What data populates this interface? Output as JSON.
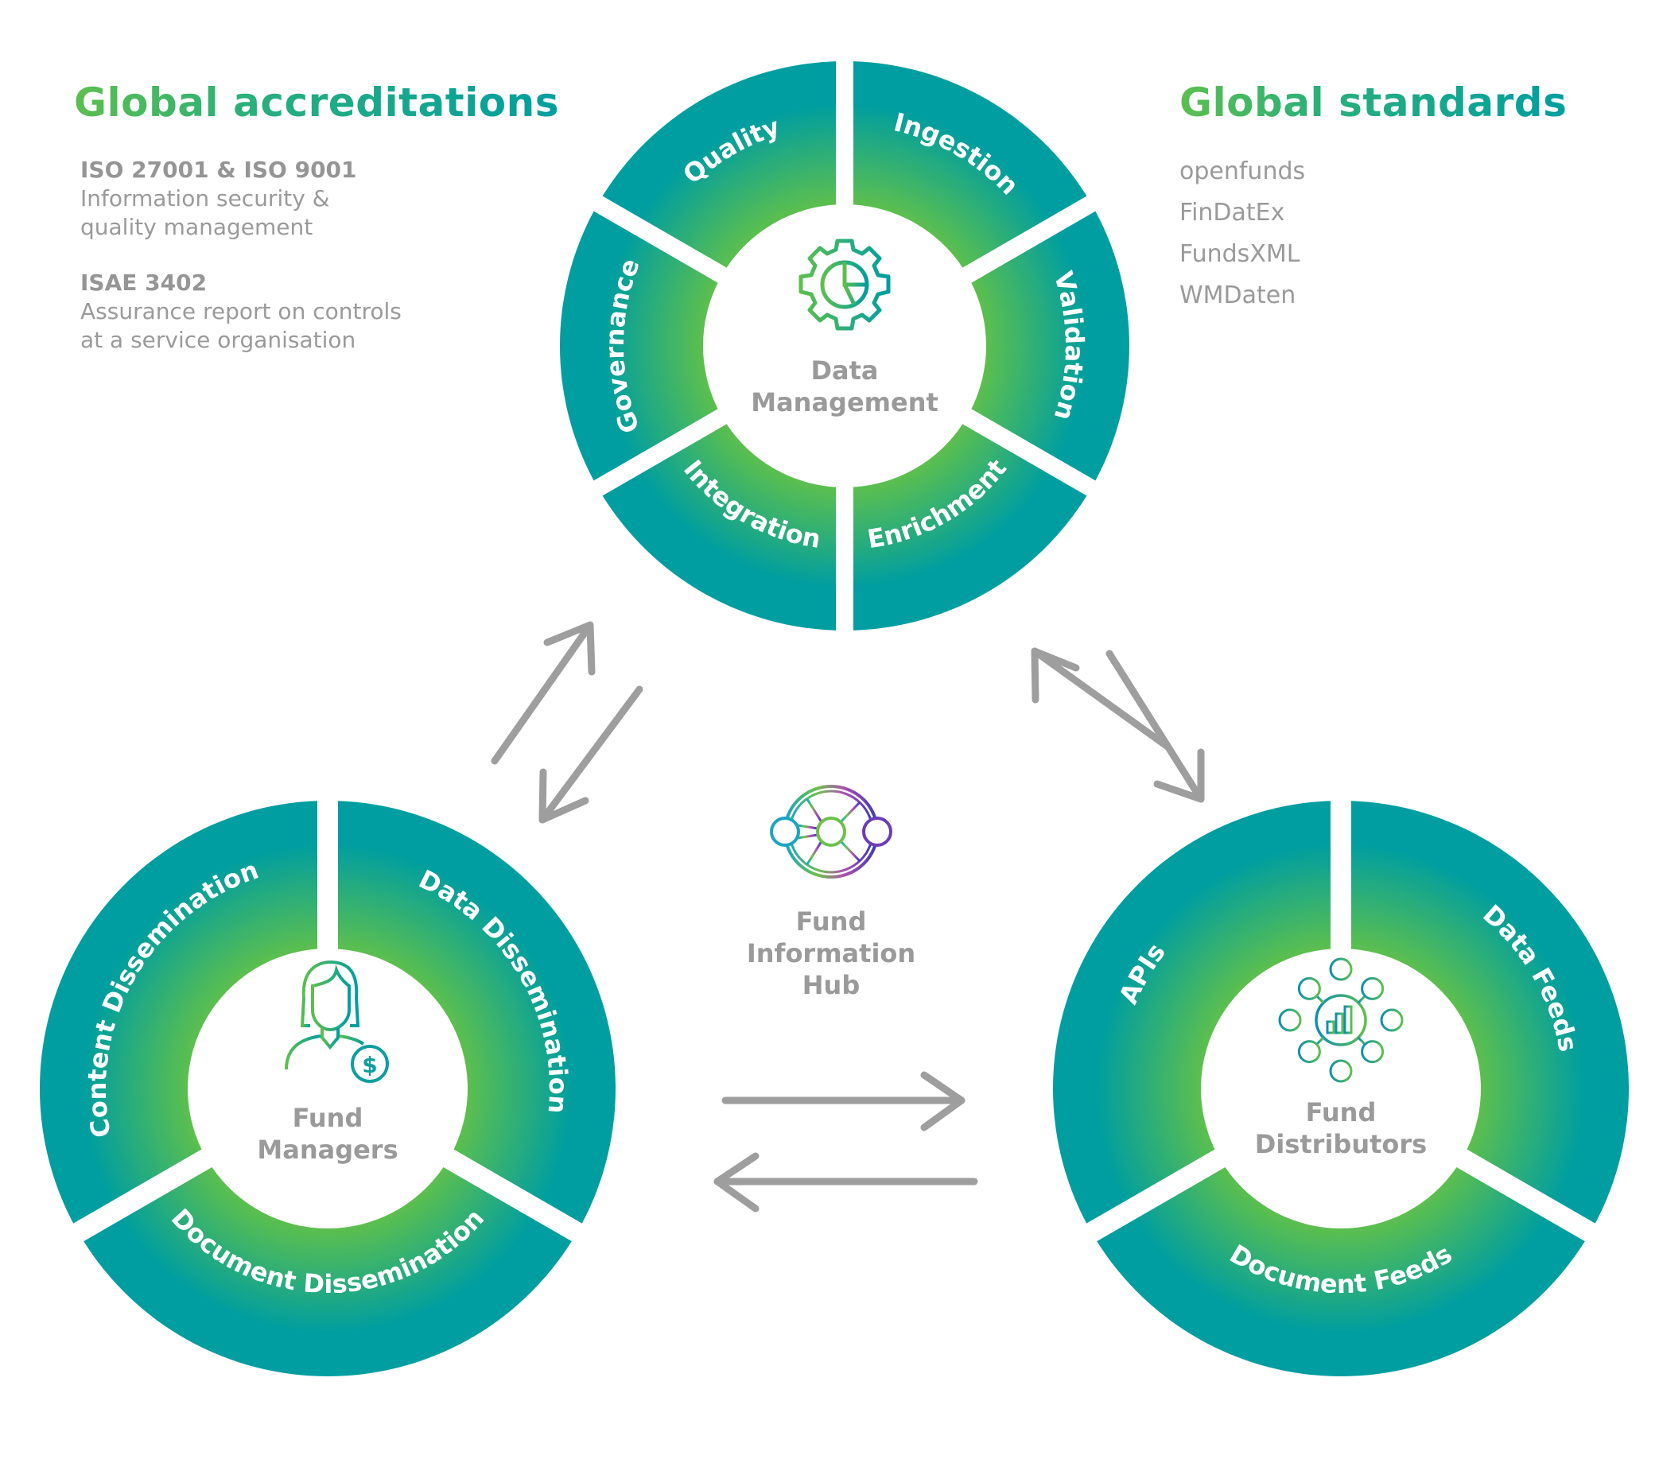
{
  "accreditations": {
    "title": "Global accreditations",
    "items": [
      {
        "name": "ISO 27001 & ISO 9001",
        "description_lines": [
          "Information security &",
          "quality management"
        ]
      },
      {
        "name": "ISAE 3402",
        "description_lines": [
          "Assurance report on controls",
          "at a service organisation"
        ]
      }
    ]
  },
  "standards": {
    "title": "Global standards",
    "items": [
      "openfunds",
      "FinDatEx",
      "FundsXML",
      "WMDaten"
    ]
  },
  "hubs": {
    "data_management": {
      "label_lines": [
        "Data",
        "Management"
      ],
      "icon": "gear-pie-chart-icon",
      "segments": [
        "Ingestion",
        "Validation",
        "Enrichment",
        "Integration",
        "Governance",
        "Quality"
      ]
    },
    "fund_managers": {
      "label_lines": [
        "Fund",
        "Managers"
      ],
      "icon": "woman-dollar-icon",
      "segments": [
        "Data Dissemination",
        "Document Dissemination",
        "Content Dissemination"
      ]
    },
    "fund_distributors": {
      "label_lines": [
        "Fund",
        "Distributors"
      ],
      "icon": "network-bar-chart-icon",
      "segments": [
        "Data Feeds",
        "Document Feeds",
        "APIs"
      ]
    }
  },
  "center": {
    "label_lines": [
      "Fund",
      "Information",
      "Hub"
    ],
    "icon": "hub-network-icon"
  },
  "flows": [
    {
      "from": "Fund Managers",
      "to": "Data Management"
    },
    {
      "from": "Data Management",
      "to": "Fund Managers"
    },
    {
      "from": "Data Management",
      "to": "Fund Distributors"
    },
    {
      "from": "Fund Distributors",
      "to": "Data Management"
    },
    {
      "from": "Fund Managers",
      "to": "Fund Distributors"
    },
    {
      "from": "Fund Distributors",
      "to": "Fund Managers"
    }
  ],
  "colors": {
    "teal": "#009ea0",
    "green": "#5cbf4e",
    "text_gray": "#9a9a9a",
    "arrow_gray": "#9e9e9e"
  }
}
